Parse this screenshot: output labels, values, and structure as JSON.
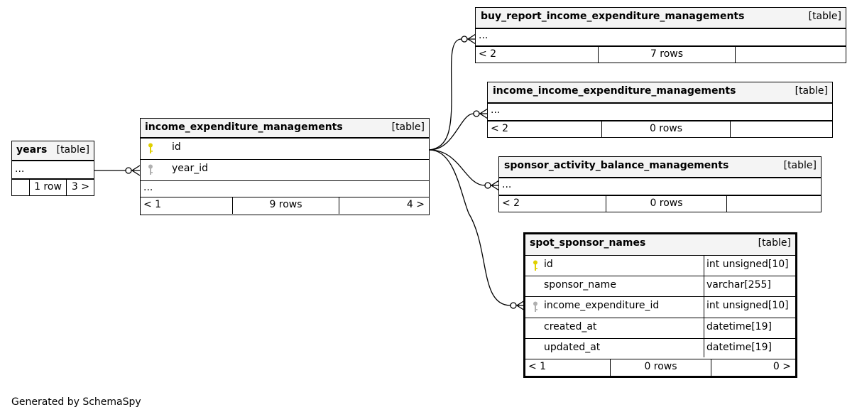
{
  "diagram": {
    "caption": "Generated by SchemaSpy",
    "colors": {
      "primary_key": "#e0d000",
      "foreign_key": "#b0b0b0",
      "header_bg": "#f4f4f4"
    },
    "tables": {
      "years": {
        "name": "years",
        "kind": "[table]",
        "ellipsis": "...",
        "footer": [
          "",
          "1 row",
          "3 >"
        ]
      },
      "income_expenditure_managements": {
        "name": "income_expenditure_managements",
        "kind": "[table]",
        "columns": [
          {
            "name": "id",
            "key": "primary-key-icon"
          },
          {
            "name": "year_id",
            "key": "foreign-key-icon"
          }
        ],
        "ellipsis": "...",
        "footer": [
          "< 1",
          "9 rows",
          "4 >"
        ]
      },
      "buy_report_income_expenditure_managements": {
        "name": "buy_report_income_expenditure_managements",
        "kind": "[table]",
        "ellipsis": "...",
        "footer": [
          "< 2",
          "7 rows",
          ""
        ]
      },
      "income_income_expenditure_managements": {
        "name": "income_income_expenditure_managements",
        "kind": "[table]",
        "ellipsis": "...",
        "footer": [
          "< 2",
          "0 rows",
          ""
        ]
      },
      "sponsor_activity_balance_managements": {
        "name": "sponsor_activity_balance_managements",
        "kind": "[table]",
        "ellipsis": "...",
        "footer": [
          "< 2",
          "0 rows",
          ""
        ]
      },
      "spot_sponsor_names": {
        "name": "spot_sponsor_names",
        "kind": "[table]",
        "columns": [
          {
            "name": "id",
            "type": "int unsigned[10]",
            "key": "primary-key-icon"
          },
          {
            "name": "sponsor_name",
            "type": "varchar[255]",
            "key": ""
          },
          {
            "name": "income_expenditure_id",
            "type": "int unsigned[10]",
            "key": "foreign-key-icon"
          },
          {
            "name": "created_at",
            "type": "datetime[19]",
            "key": ""
          },
          {
            "name": "updated_at",
            "type": "datetime[19]",
            "key": ""
          }
        ],
        "footer": [
          "< 1",
          "0 rows",
          "0 >"
        ]
      }
    }
  }
}
